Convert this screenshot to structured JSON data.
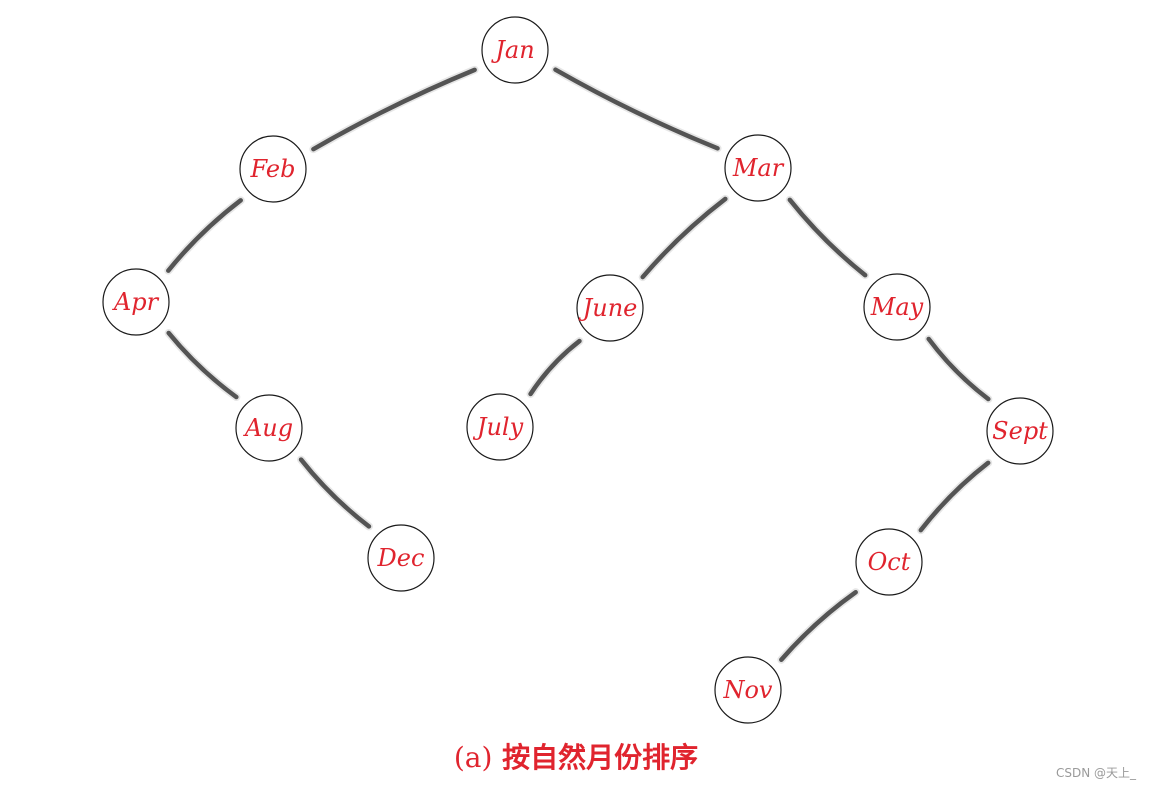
{
  "colors": {
    "label": "#e0242e",
    "caption": "#e0242e",
    "edge": "#3a3a3a",
    "node_border": "#1a1a1a"
  },
  "nodes": [
    {
      "id": "jan",
      "label": "Jan"
    },
    {
      "id": "feb",
      "label": "Feb"
    },
    {
      "id": "mar",
      "label": "Mar"
    },
    {
      "id": "apr",
      "label": "Apr"
    },
    {
      "id": "june",
      "label": "June"
    },
    {
      "id": "may",
      "label": "May"
    },
    {
      "id": "aug",
      "label": "Aug"
    },
    {
      "id": "july",
      "label": "July"
    },
    {
      "id": "sept",
      "label": "Sept"
    },
    {
      "id": "dec",
      "label": "Dec"
    },
    {
      "id": "oct",
      "label": "Oct"
    },
    {
      "id": "nov",
      "label": "Nov"
    }
  ],
  "edges": [
    {
      "from": "jan",
      "to": "feb"
    },
    {
      "from": "jan",
      "to": "mar"
    },
    {
      "from": "feb",
      "to": "apr"
    },
    {
      "from": "mar",
      "to": "june"
    },
    {
      "from": "mar",
      "to": "may"
    },
    {
      "from": "apr",
      "to": "aug"
    },
    {
      "from": "june",
      "to": "july"
    },
    {
      "from": "may",
      "to": "sept"
    },
    {
      "from": "aug",
      "to": "dec"
    },
    {
      "from": "sept",
      "to": "oct"
    },
    {
      "from": "oct",
      "to": "nov"
    }
  ],
  "caption": {
    "prefix": "(a)",
    "text": "按自然月份排序"
  },
  "watermark": "CSDN @天上_"
}
